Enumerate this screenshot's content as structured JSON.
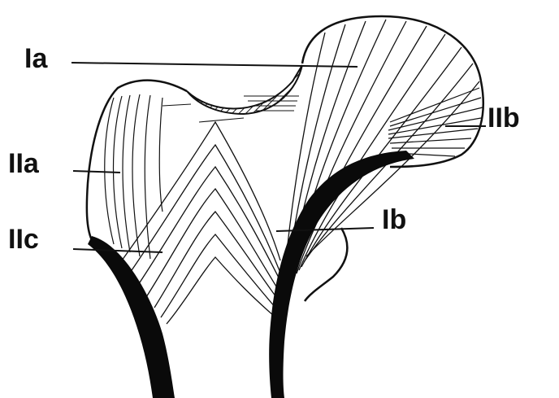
{
  "labels": {
    "ia": "Ia",
    "iia": "IIa",
    "iic": "IIc",
    "ib": "Ib",
    "iib": "IIb"
  },
  "colors": {
    "ink": "#111111",
    "background": "#ffffff",
    "cortex": "#0a0a0a"
  }
}
